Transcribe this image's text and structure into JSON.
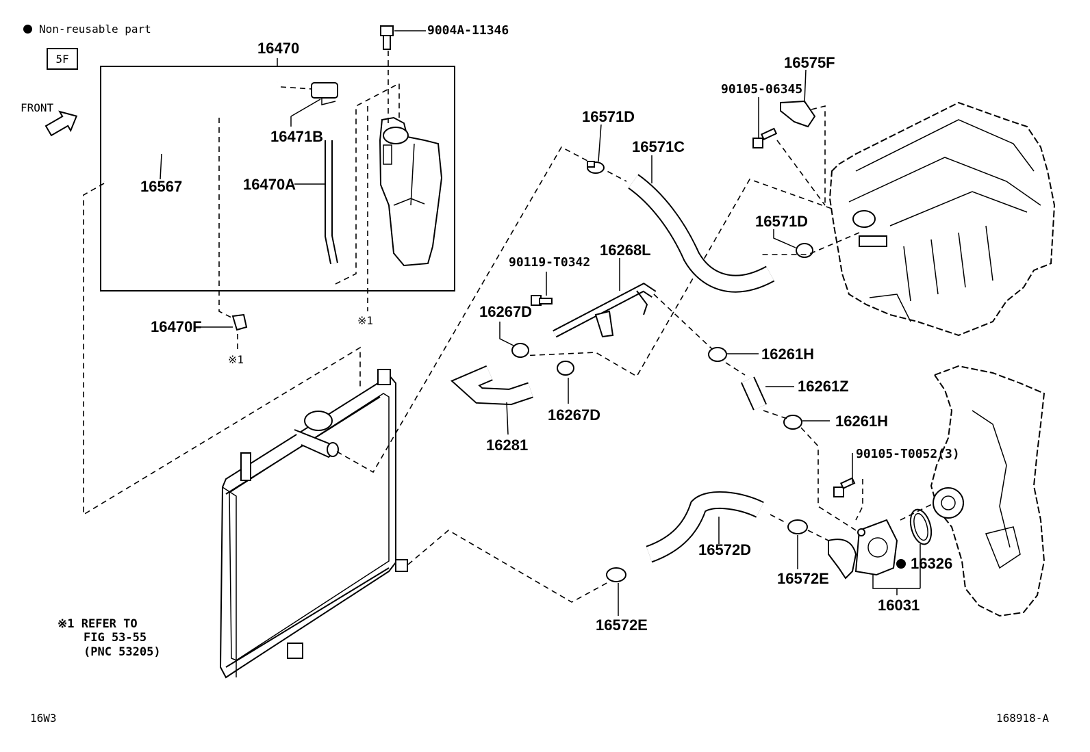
{
  "legend": {
    "non_reusable": "Non-reusable part",
    "section_tag": "5F",
    "front_label": "FRONT"
  },
  "parts": {
    "p16470": "16470",
    "p9004A_11346": "9004A-11346",
    "p16471B": "16471B",
    "p16567": "16567",
    "p16470A": "16470A",
    "p16470F": "16470F",
    "ref1_a": "※1",
    "ref1_b": "※1",
    "p16575F": "16575F",
    "p90105_06345": "90105-06345",
    "p16571D_top": "16571D",
    "p16571C": "16571C",
    "p16571D_right": "16571D",
    "p90119_T0342": "90119-T0342",
    "p16268L": "16268L",
    "p16267D_top": "16267D",
    "p16267D_bottom": "16267D",
    "p16281": "16281",
    "p16261H_top": "16261H",
    "p16261Z": "16261Z",
    "p16261H_bottom": "16261H",
    "p90105_T0052": "90105-T0052(3)",
    "p16572D": "16572D",
    "p16572E_right": "16572E",
    "p16572E_bottom": "16572E",
    "p16326": "16326",
    "p16031": "16031"
  },
  "note": {
    "mark": "※1",
    "line1": "REFER TO",
    "line2": "FIG 53-55",
    "line3": "(PNC 53205)"
  },
  "footer": {
    "left_code": "16W3",
    "right_code": "168918-A"
  }
}
